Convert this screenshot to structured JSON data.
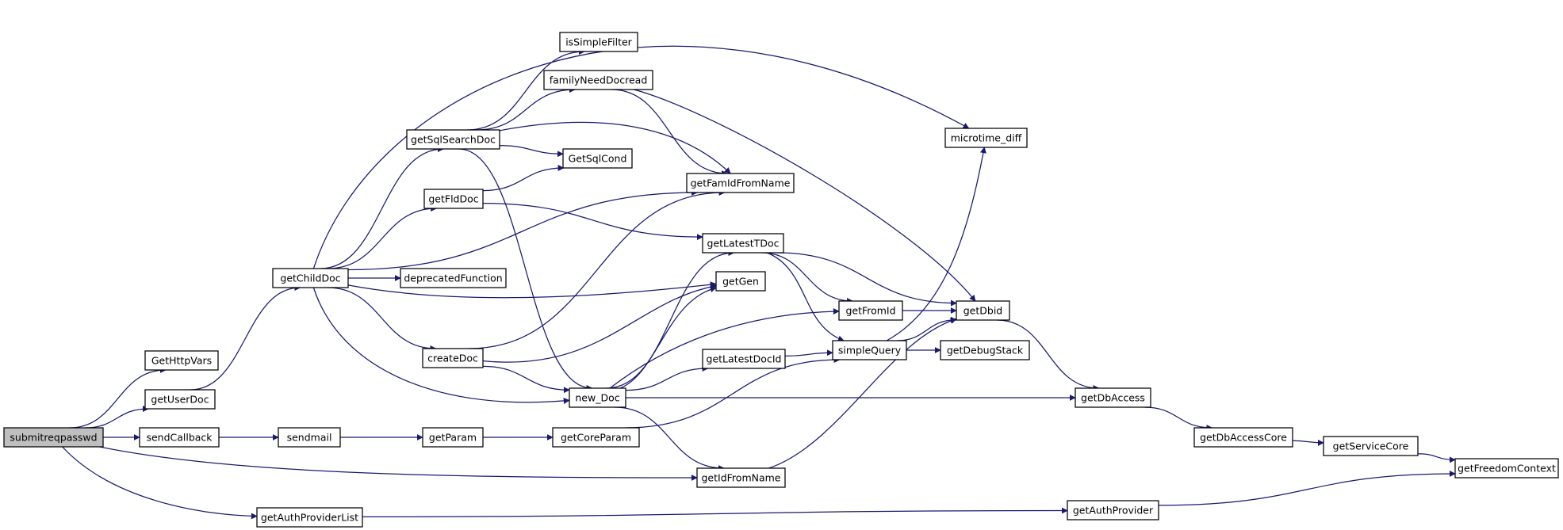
{
  "graph": {
    "edge_color": "#191970",
    "root_fill": "#bfbfbf",
    "nodes": {
      "submitreqpasswd": "submitreqpasswd",
      "GetHttpVars": "GetHttpVars",
      "getUserDoc": "getUserDoc",
      "sendCallback": "sendCallback",
      "getAuthProviderList": "getAuthProviderList",
      "getIdFromName": "getIdFromName",
      "getChildDoc": "getChildDoc",
      "sendmail": "sendmail",
      "getParam": "getParam",
      "getCoreParam": "getCoreParam",
      "getAuthProvider": "getAuthProvider",
      "getFreedomContext": "getFreedomContext",
      "getServiceCore": "getServiceCore",
      "getDbAccessCore": "getDbAccessCore",
      "getDbAccess": "getDbAccess",
      "new_Doc": "new_Doc",
      "createDoc": "createDoc",
      "deprecatedFunction": "deprecatedFunction",
      "getFldDoc": "getFldDoc",
      "getSqlSearchDoc": "getSqlSearchDoc",
      "isSimpleFilter": "isSimpleFilter",
      "familyNeedDocread": "familyNeedDocread",
      "GetSqlCond": "GetSqlCond",
      "getFamIdFromName": "getFamIdFromName",
      "getLatestTDoc": "getLatestTDoc",
      "getGen": "getGen",
      "getFromId": "getFromId",
      "getLatestDocId": "getLatestDocId",
      "simpleQuery": "simpleQuery",
      "getDbid": "getDbid",
      "getDebugStack": "getDebugStack",
      "microtime_diff": "microtime_diff"
    },
    "edges": [
      [
        "submitreqpasswd",
        "GetHttpVars"
      ],
      [
        "submitreqpasswd",
        "getUserDoc"
      ],
      [
        "submitreqpasswd",
        "sendCallback"
      ],
      [
        "submitreqpasswd",
        "getIdFromName"
      ],
      [
        "submitreqpasswd",
        "getAuthProviderList"
      ],
      [
        "getUserDoc",
        "getChildDoc"
      ],
      [
        "getChildDoc",
        "getSqlSearchDoc"
      ],
      [
        "getChildDoc",
        "getFldDoc"
      ],
      [
        "getChildDoc",
        "deprecatedFunction"
      ],
      [
        "getChildDoc",
        "getFamIdFromName"
      ],
      [
        "getChildDoc",
        "getGen"
      ],
      [
        "getChildDoc",
        "createDoc"
      ],
      [
        "getChildDoc",
        "new_Doc"
      ],
      [
        "getChildDoc",
        "microtime_diff"
      ],
      [
        "getSqlSearchDoc",
        "isSimpleFilter"
      ],
      [
        "getSqlSearchDoc",
        "familyNeedDocread"
      ],
      [
        "getSqlSearchDoc",
        "GetSqlCond"
      ],
      [
        "getSqlSearchDoc",
        "getFamIdFromName"
      ],
      [
        "getSqlSearchDoc",
        "new_Doc"
      ],
      [
        "getFldDoc",
        "GetSqlCond"
      ],
      [
        "getFldDoc",
        "getLatestTDoc"
      ],
      [
        "familyNeedDocread",
        "getFamIdFromName"
      ],
      [
        "familyNeedDocread",
        "getDbid"
      ],
      [
        "createDoc",
        "getFamIdFromName"
      ],
      [
        "createDoc",
        "getGen"
      ],
      [
        "createDoc",
        "new_Doc"
      ],
      [
        "new_Doc",
        "getLatestTDoc"
      ],
      [
        "new_Doc",
        "getGen"
      ],
      [
        "new_Doc",
        "getFromId"
      ],
      [
        "new_Doc",
        "getLatestDocId"
      ],
      [
        "new_Doc",
        "getDbAccess"
      ],
      [
        "new_Doc",
        "getIdFromName"
      ],
      [
        "getLatestTDoc",
        "getFromId"
      ],
      [
        "getLatestTDoc",
        "getDbid"
      ],
      [
        "getLatestTDoc",
        "simpleQuery"
      ],
      [
        "getFromId",
        "getDbid"
      ],
      [
        "getLatestDocId",
        "simpleQuery"
      ],
      [
        "simpleQuery",
        "getDbid"
      ],
      [
        "simpleQuery",
        "getDebugStack"
      ],
      [
        "simpleQuery",
        "microtime_diff"
      ],
      [
        "getIdFromName",
        "getDbid"
      ],
      [
        "getDbid",
        "getDbAccess"
      ],
      [
        "getDbAccess",
        "getDbAccessCore"
      ],
      [
        "getDbAccessCore",
        "getServiceCore"
      ],
      [
        "getServiceCore",
        "getFreedomContext"
      ],
      [
        "sendCallback",
        "sendmail"
      ],
      [
        "sendmail",
        "getParam"
      ],
      [
        "getParam",
        "getCoreParam"
      ],
      [
        "getCoreParam",
        "simpleQuery"
      ],
      [
        "getAuthProviderList",
        "getAuthProvider"
      ],
      [
        "getAuthProvider",
        "getFreedomContext"
      ]
    ]
  }
}
